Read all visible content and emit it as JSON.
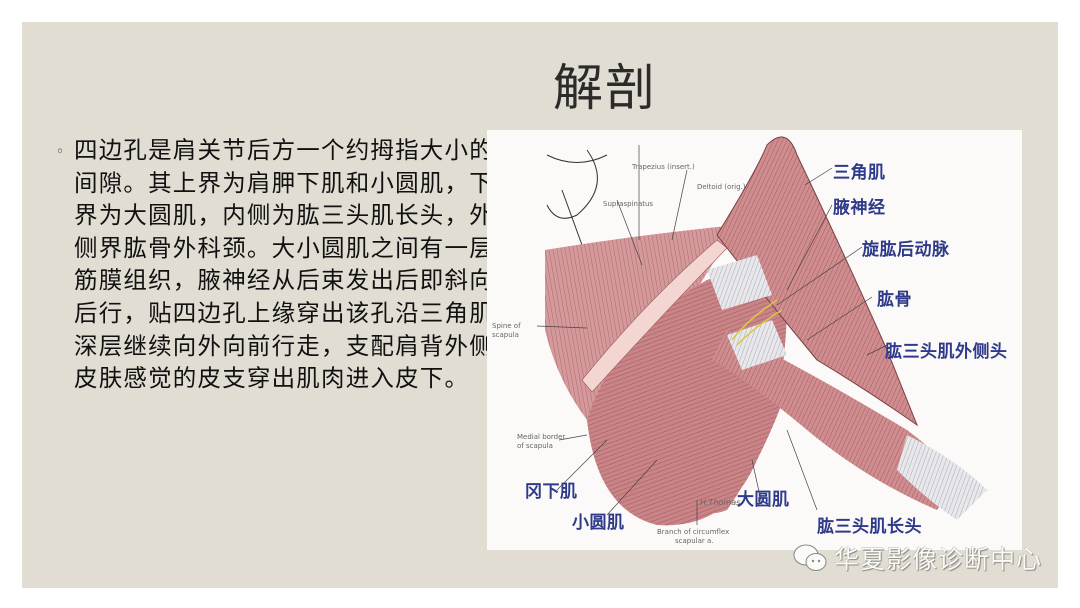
{
  "slide": {
    "title": "解剖",
    "bullet_symbol": "◦",
    "paragraph": "四边孔是肩关节后方一个约拇指大小的间隙。其上界为肩胛下肌和小圆肌，下界为大圆肌，内侧为肱三头肌长头，外侧界肱骨外科颈。大小圆肌之间有一层筋膜组织，腋神经从后束发出后即斜向后行，贴四边孔上缘穿出该孔沿三角肌深层继续向外向前行走，支配肩背外侧皮肤感觉的皮支穿出肌肉进入皮下。",
    "background_color": "#e2ddd2"
  },
  "figure": {
    "description": "Posterior shoulder anatomy illustration (quadrilateral space)",
    "labels_cn": {
      "deltoid": "三角肌",
      "axillary_nerve": "腋神经",
      "posterior_circumflex_humeral_artery": "旋肱后动脉",
      "humerus": "肱骨",
      "triceps_lateral_head": "肱三头肌外侧头",
      "infraspinatus": "冈下肌",
      "teres_minor": "小圆肌",
      "teres_major": "大圆肌",
      "triceps_long_head": "肱三头肌长头"
    },
    "labels_en": {
      "trapezius": "Trapezius (insert.)",
      "deltoid_orig": "Deltoid (orig.)",
      "supraspinatus": "Supraspinatus",
      "spine_of_scapula_1": "Spine of",
      "spine_of_scapula_2": "scapula",
      "medial_border_1": "Medial border",
      "medial_border_2": "of scapula",
      "branch_circumflex_1": "Branch of circumflex",
      "branch_circumflex_2": "scapular a.",
      "signature": "H.Thomas"
    },
    "label_color": "#2f3a8a"
  },
  "watermark": {
    "icon": "wechat-icon",
    "text": "华夏影像诊断中心"
  }
}
